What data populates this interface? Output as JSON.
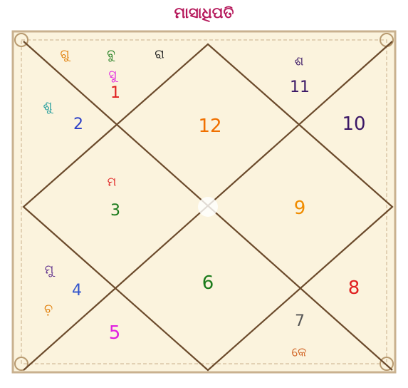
{
  "title": "ମାସାଧିପତି",
  "houses": [
    {
      "id": "1",
      "label": "1",
      "color": "#e02020"
    },
    {
      "id": "2",
      "label": "2",
      "color": "#2b3fc7"
    },
    {
      "id": "3",
      "label": "3",
      "color": "#1a7a1a"
    },
    {
      "id": "4",
      "label": "4",
      "color": "#3355cc"
    },
    {
      "id": "5",
      "label": "5",
      "color": "#e020e0"
    },
    {
      "id": "6",
      "label": "6",
      "color": "#1a7a1a"
    },
    {
      "id": "7",
      "label": "7",
      "color": "#555555"
    },
    {
      "id": "8",
      "label": "8",
      "color": "#e02020"
    },
    {
      "id": "9",
      "label": "9",
      "color": "#f08c00"
    },
    {
      "id": "10",
      "label": "10",
      "color": "#3b1766"
    },
    {
      "id": "11",
      "label": "11",
      "color": "#3b1766"
    },
    {
      "id": "12",
      "label": "12",
      "color": "#f07000"
    }
  ],
  "planets": [
    {
      "id": "gu",
      "label": "ଗୁ",
      "color": "#e07a00"
    },
    {
      "id": "bu",
      "label": "ବୁ",
      "color": "#1a7a1a"
    },
    {
      "id": "ra",
      "label": "ରା",
      "color": "#222222"
    },
    {
      "id": "su",
      "label": "ସୁ",
      "color": "#e020e0"
    },
    {
      "id": "shu",
      "label": "ଶୁ",
      "color": "#1a9a9a"
    },
    {
      "id": "sha",
      "label": "ଶ",
      "color": "#3b1766"
    },
    {
      "id": "ma",
      "label": "ମ",
      "color": "#e02020"
    },
    {
      "id": "mu",
      "label": "ମୁ",
      "color": "#5a2a8a"
    },
    {
      "id": "chan",
      "label": "ଚ଼",
      "color": "#e07a00"
    },
    {
      "id": "ke",
      "label": "କେ",
      "color": "#d06020"
    }
  ],
  "colors": {
    "frame_fill": "#fbf3dd",
    "lines": "#6b4a2b",
    "border": "#c9b18f"
  }
}
